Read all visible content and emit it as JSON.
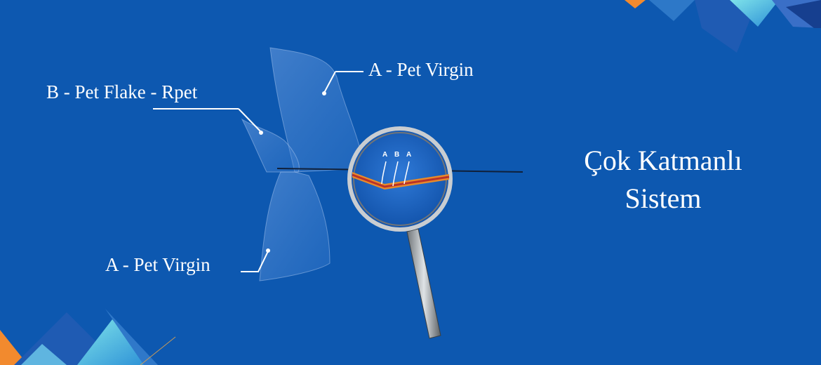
{
  "labels": {
    "layer_b": "B - Pet Flake - Rpet",
    "layer_a_top": "A - Pet Virgin",
    "layer_a_bottom": "A - Pet Virgin"
  },
  "title": {
    "line1": "Çok Katmanlı",
    "line2": "Sistem"
  },
  "magnifier": {
    "layer_letters": [
      "A",
      "B",
      "A"
    ]
  },
  "colors": {
    "background": "#0d58b0",
    "accent_orange": "#f28a2e",
    "accent_cyan": "#5fd3e0",
    "layer_orange": "#e88a2a",
    "layer_red": "#b8322a"
  },
  "icons": [
    "magnifying-glass-icon",
    "sheet-illustration"
  ]
}
